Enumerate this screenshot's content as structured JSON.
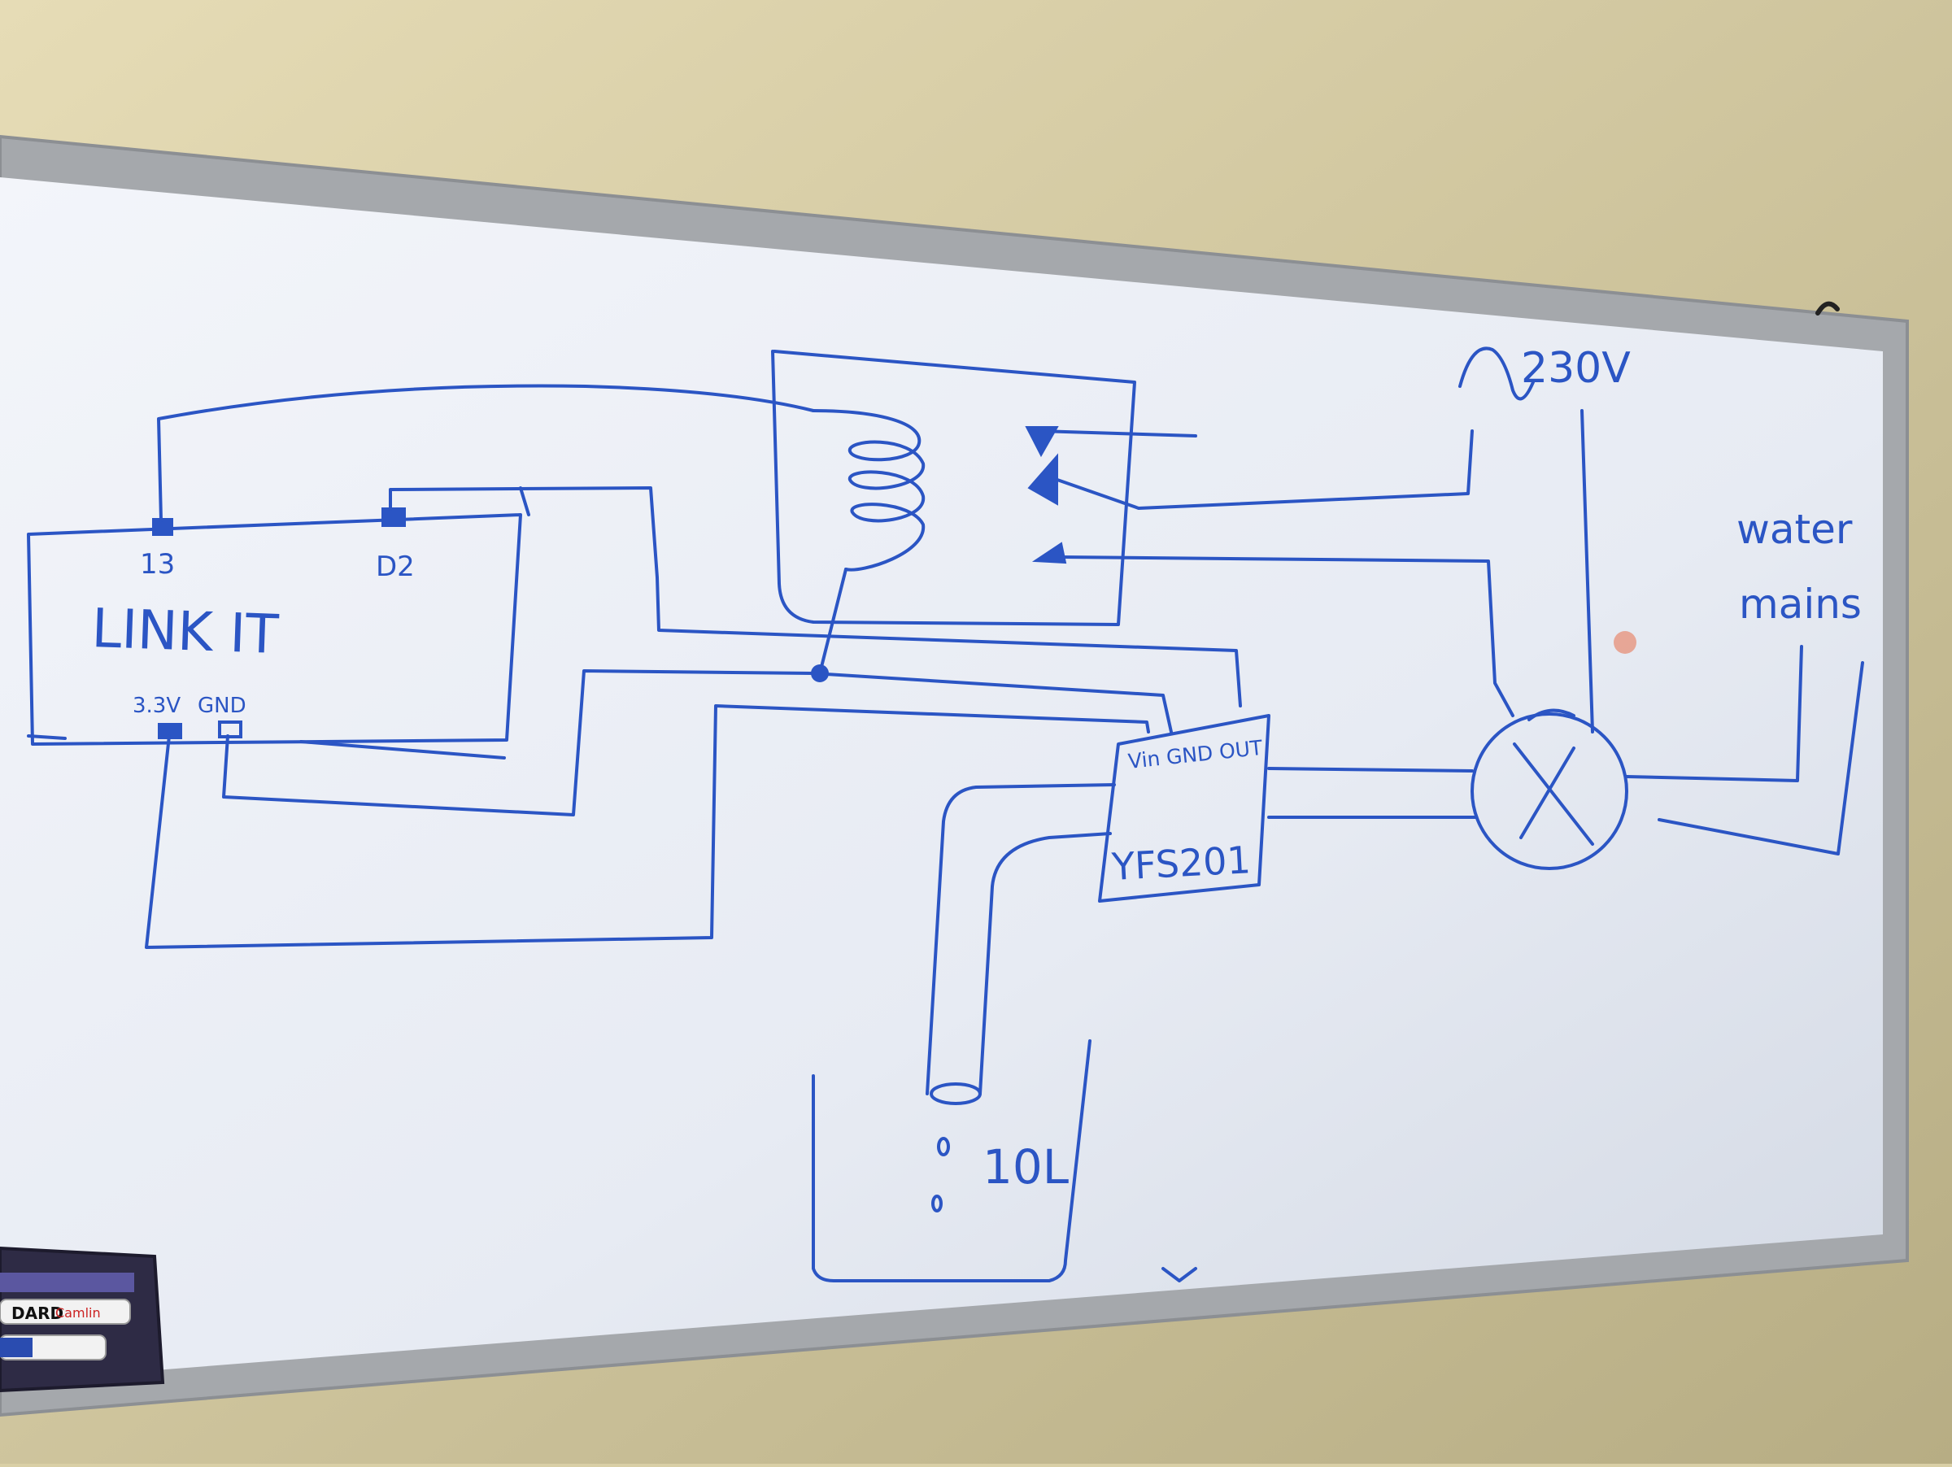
{
  "diagram": {
    "board_label": "LINK IT",
    "pins": {
      "p13": "13",
      "d2": "D2",
      "v33": "3.3V",
      "gnd": "GND"
    },
    "supply_label": "230V",
    "sensor": {
      "name": "YFS201",
      "pins": "Vin GND OUT"
    },
    "mains_label_line1": "water",
    "mains_label_line2": "mains",
    "tank_label": "10L"
  },
  "marker": {
    "brand_text": "DARD",
    "sub_brand": "Camlin"
  },
  "colors": {
    "ink": "#2b55c4",
    "board": "#eef1f7",
    "wall": "#d9cfa6",
    "frame": "#a7aaae"
  }
}
